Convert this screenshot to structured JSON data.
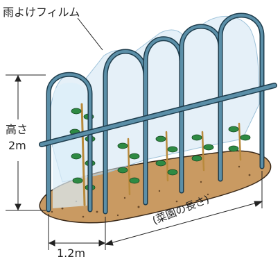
{
  "labels": {
    "film": "雨よけフィルム",
    "height_top": "高さ",
    "height_value": "2m",
    "width": "1.2m",
    "length": "(菜園の長さ)"
  },
  "colors": {
    "soil": "#c99a62",
    "soil_edge": "#3b2a1a",
    "pipe": "#5b8fa8",
    "pipe_edge": "#1e3d4d",
    "film": "#cfe4f2",
    "leaf": "#2e8a43",
    "stem": "#b98a3c"
  },
  "icons": [
    "arch-pipe",
    "crossbar",
    "plant",
    "dimension-arrow"
  ]
}
